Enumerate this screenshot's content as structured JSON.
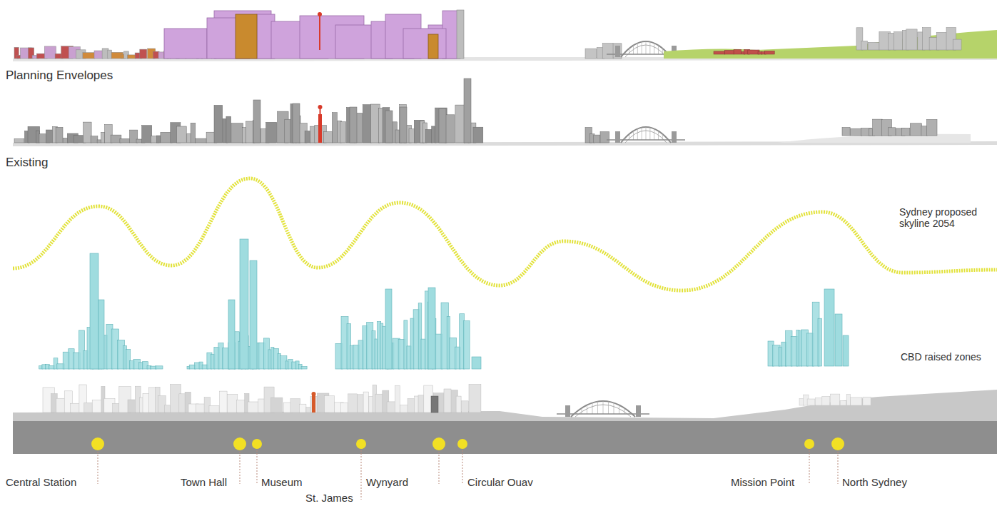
{
  "diagram": {
    "labels": [
      "Planning Envelopes",
      "Existing",
      "Sydney proposed skyline 2054",
      "CBD raised zones",
      "Central Station",
      "Town Hall",
      "Museum",
      "St. James",
      "Wynyard",
      "Circular Ouav",
      "Mission Point",
      "North Sydney"
    ]
  }
}
